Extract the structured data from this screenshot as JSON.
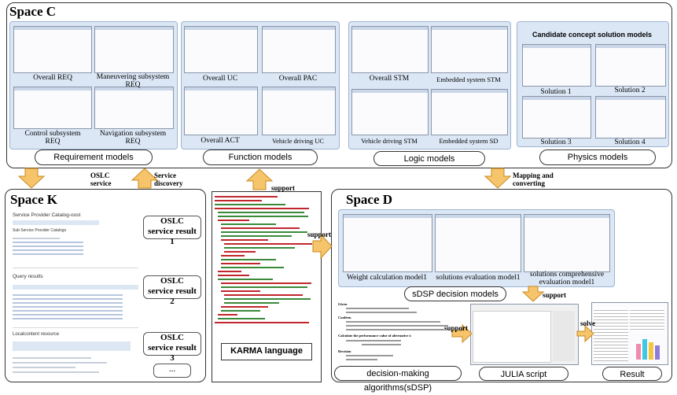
{
  "space_c": {
    "title": "Space C",
    "requirement_panel": {
      "captions": [
        "Overall REQ",
        "Maneuvering subsystem REQ",
        "Control subsystem REQ",
        "Navigation subsystem REQ"
      ],
      "label": "Requirement models"
    },
    "function_panel": {
      "captions": [
        "Overall UC",
        "Overall PAC",
        "Overall ACT",
        "Vehicle driving UC"
      ],
      "label": "Function models"
    },
    "logic_panel": {
      "captions": [
        "Overall STM",
        "Embedded system STM",
        "Vehicle driving STM",
        "Embedded system SD"
      ],
      "label": "Logic models"
    },
    "physics_panel": {
      "heading": "Candidate concept solution models",
      "captions": [
        "Solution 1",
        "Solution 2",
        "Solution 3",
        "Solution 4"
      ],
      "label": "Physics models"
    }
  },
  "arrows": {
    "oslc_service": "OSLC service",
    "service_discovery": "Service discovery",
    "support_top": "support",
    "mapping": "Mapping and converting",
    "support_mid": "support",
    "support_right": "support",
    "support_bottom": "support",
    "solve": "solve"
  },
  "space_k": {
    "title": "Space K",
    "results": [
      "OSLC service result 1",
      "OSLC service result 2",
      "OSLC service result 3"
    ],
    "more": "...",
    "doc": {
      "h1": "Service Provider Catalog-oost",
      "h2": "Sub Service Provider Catalogs",
      "h3": "Query results",
      "h4": "Localcontent resource"
    }
  },
  "karma": {
    "label": "KARMA language"
  },
  "space_d": {
    "title": "Space D",
    "captions": [
      "Weight calculation model1",
      "solutions evaluation model1",
      "solutions comprehensive evaluation model1"
    ],
    "sdsp_label": "sDSP decision models",
    "algorithms_label": "decision-making algorithms(sDSP)",
    "julia_label": "JULIA script",
    "result_label": "Result",
    "doc": {
      "given": "Given",
      "confirm": "Confirm",
      "calc": "Calculate the performance value of alternative i:",
      "revision": "Revision"
    }
  },
  "colors": {
    "panel_bg": "#dbe7f5",
    "arrow_fill": "#f6c46b",
    "arrow_stroke": "#c88a1e",
    "green_highlight": "#b6f0a8",
    "code_keyword": "#c0272d",
    "code_string": "#3a8a3a"
  }
}
